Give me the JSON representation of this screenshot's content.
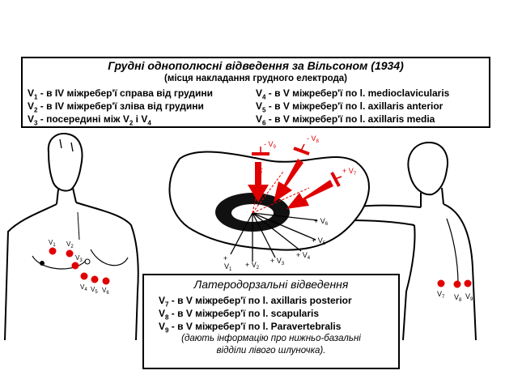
{
  "header": {
    "title": "Грудні однополюсні відведення за Вільсоном (1934)",
    "subtitle": "(місця накладання грудного електрода)"
  },
  "wilson_leads": [
    {
      "abbr": "V",
      "sub": "1",
      "text": " - в IV міжребер'ї справа від грудини"
    },
    {
      "abbr": "V",
      "sub": "2",
      "text": " - в IV міжребер'ї зліва від грудини"
    },
    {
      "abbr": "V",
      "sub": "3",
      "text": " - посередині між V",
      "sub2": "2",
      "text2": " і V",
      "sub3": "4"
    },
    {
      "abbr": "V",
      "sub": "4",
      "text": " - в V міжребер'ї по l. medioclavicularis"
    },
    {
      "abbr": "V",
      "sub": "5",
      "text": " - в V міжребер'ї по l. axillaris anterior"
    },
    {
      "abbr": "V",
      "sub": "6",
      "text": " - в V міжребер'ї по l. axillaris media"
    }
  ],
  "laterodorsal": {
    "title": "Латеродорзальні відведення",
    "leads": [
      {
        "abbr": "V",
        "sub": "7",
        "text": " - в V міжребер'ї по l. axillaris posterior"
      },
      {
        "abbr": "V",
        "sub": "8",
        "text": " - в V міжребер'ї по l. scapularis"
      },
      {
        "abbr": "V",
        "sub": "9",
        "text": " - в V міжребер'ї по l. Paravertebralis"
      }
    ],
    "note_line1": "(дають інформацію про нижньо-базальні",
    "note_line2": "відділи лівого шлуночка)."
  },
  "diagram": {
    "chest_labels": [
      "V1",
      "V2",
      "V3",
      "V4",
      "V5",
      "V6"
    ],
    "back_labels": [
      "V7",
      "V8",
      "V9"
    ],
    "heart_labels_black": [
      "V1",
      "V2",
      "V3",
      "V4",
      "V5",
      "V6"
    ],
    "heart_labels_red": [
      "V7",
      "V8",
      "V9"
    ],
    "colors": {
      "electrode": "#e00000",
      "outline": "#000000"
    }
  }
}
